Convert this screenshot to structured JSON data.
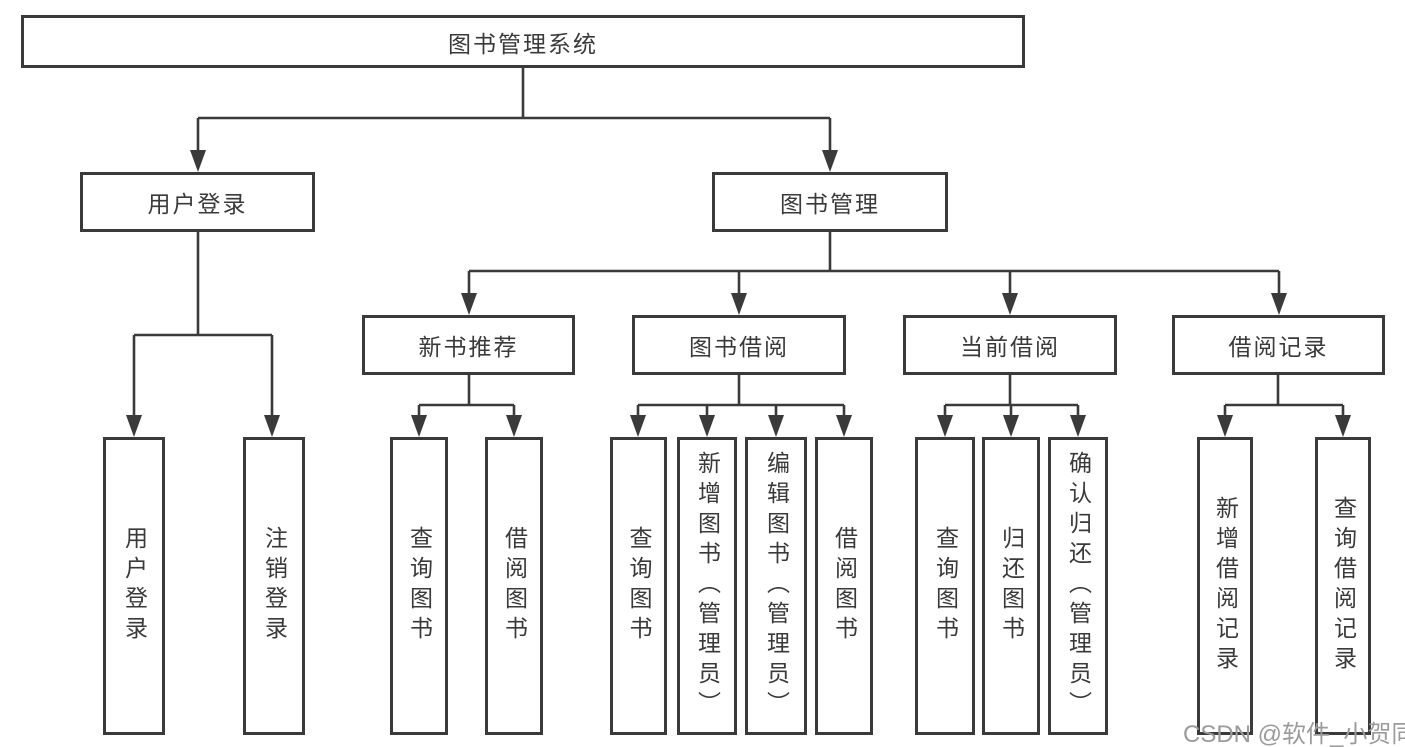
{
  "diagram": {
    "root": {
      "label": "图书管理系统"
    },
    "level2": {
      "user_login": {
        "label": "用户登录"
      },
      "book_mgmt": {
        "label": "图书管理"
      }
    },
    "level3": {
      "new_book_rec": {
        "label": "新书推荐"
      },
      "book_borrow": {
        "label": "图书借阅"
      },
      "current_borrow": {
        "label": "当前借阅"
      },
      "borrow_records": {
        "label": "借阅记录"
      }
    },
    "leaves": {
      "user_login": {
        "label": "用户登录"
      },
      "logout": {
        "label": "注销登录"
      },
      "rec_query_books": {
        "label": "查询图书"
      },
      "rec_borrow_books": {
        "label": "借阅图书"
      },
      "bb_query_books": {
        "label": "查询图书"
      },
      "bb_add_books": {
        "label": "新增图书（管理员）"
      },
      "bb_edit_books": {
        "label": "编辑图书（管理员）"
      },
      "bb_borrow_books": {
        "label": "借阅图书"
      },
      "cb_query_books": {
        "label": "查询图书"
      },
      "cb_return_books": {
        "label": "归还图书"
      },
      "cb_confirm_return": {
        "label": "确认归还（管理员）"
      },
      "br_add_record": {
        "label": "新增借阅记录"
      },
      "br_query_record": {
        "label": "查询借阅记录"
      }
    }
  },
  "watermark": {
    "text": "CSDN @软件_小贺同学"
  },
  "colors": {
    "line": "#3a3a3a",
    "text": "#3a3a3a",
    "box_background": "#ffffff",
    "page_background": "#ffffff",
    "watermark": "#9b9b9b"
  }
}
